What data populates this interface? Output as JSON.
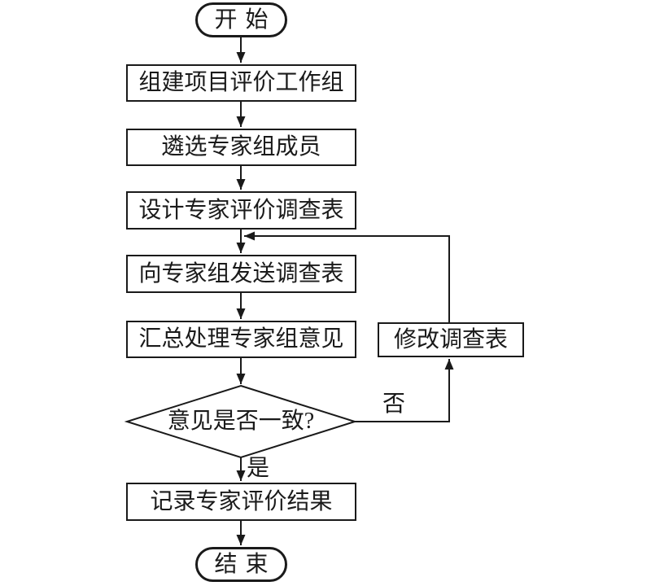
{
  "diagram": {
    "kind": "flowchart",
    "language": "zh-CN",
    "colors": {
      "stroke": "#1a1a1a",
      "node_fill": "#ffffff",
      "text": "#1a1a1a",
      "background": "#ffffff"
    },
    "nodes": {
      "start": {
        "type": "terminator",
        "label": "开始"
      },
      "step1": {
        "type": "process",
        "label": "组建项目评价工作组"
      },
      "step2": {
        "type": "process",
        "label": "遴选专家组成员"
      },
      "step3": {
        "type": "process",
        "label": "设计专家评价调查表"
      },
      "step4": {
        "type": "process",
        "label": "向专家组发送调查表"
      },
      "step5": {
        "type": "process",
        "label": "汇总处理专家组意见"
      },
      "decision": {
        "type": "decision",
        "label": "意见是否一致?"
      },
      "modify": {
        "type": "process",
        "label": "修改调查表"
      },
      "step6": {
        "type": "process",
        "label": "记录专家评价结果"
      },
      "end": {
        "type": "terminator",
        "label": "结束"
      }
    },
    "edge_labels": {
      "yes": "是",
      "no": "否"
    },
    "edges": [
      {
        "from": "start",
        "to": "step1",
        "label": ""
      },
      {
        "from": "step1",
        "to": "step2",
        "label": ""
      },
      {
        "from": "step2",
        "to": "step3",
        "label": ""
      },
      {
        "from": "step3",
        "to": "step4",
        "label": ""
      },
      {
        "from": "step4",
        "to": "step5",
        "label": ""
      },
      {
        "from": "step5",
        "to": "decision",
        "label": ""
      },
      {
        "from": "decision",
        "to": "modify",
        "label": "否"
      },
      {
        "from": "modify",
        "to": "step4",
        "label": "",
        "note": "joins arrow between step3 and step4"
      },
      {
        "from": "decision",
        "to": "step6",
        "label": "是"
      },
      {
        "from": "step6",
        "to": "end",
        "label": ""
      }
    ]
  }
}
